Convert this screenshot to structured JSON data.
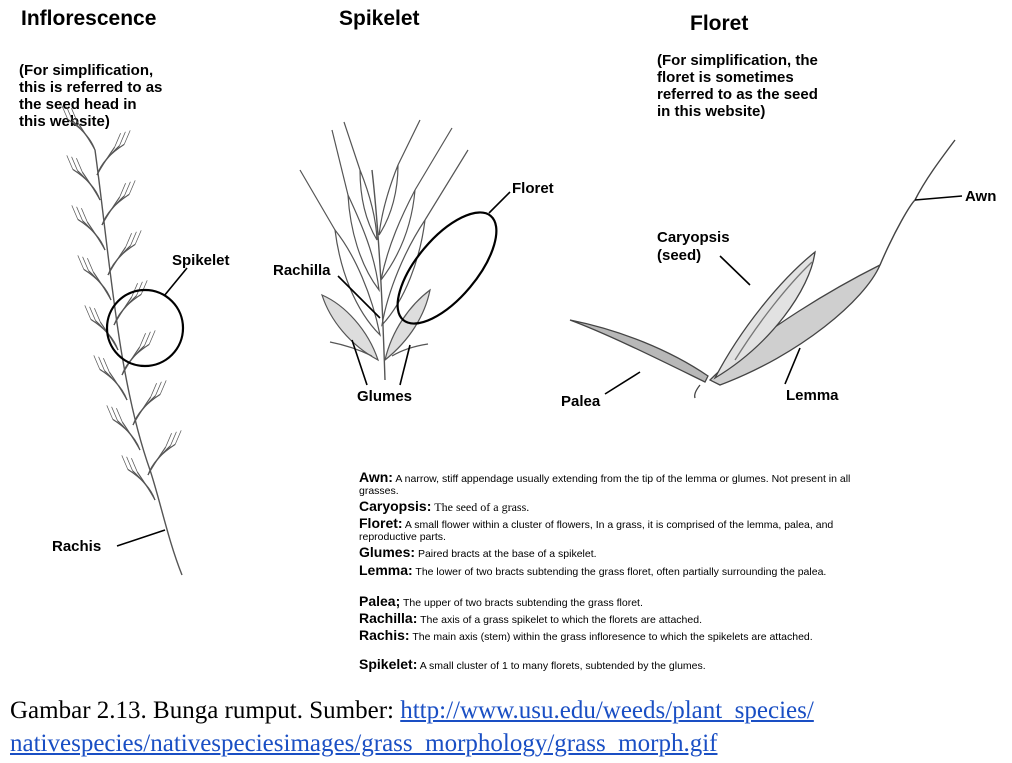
{
  "headings": {
    "inflorescence": "Inflorescence",
    "spikelet": "Spikelet",
    "floret": "Floret"
  },
  "notes": {
    "inflorescence": [
      "(For simplification,",
      "this is referred to as",
      "the seed head in",
      "this website)"
    ],
    "floret": [
      "(For simplification, the",
      "floret is sometimes",
      "referred to as the seed",
      "in this website)"
    ]
  },
  "labels": {
    "spikelet": "Spikelet",
    "rachis": "Rachis",
    "rachilla": "Rachilla",
    "floret": "Floret",
    "glumes": "Glumes",
    "caryopsis": [
      "Caryopsis",
      "(seed)"
    ],
    "awn": "Awn",
    "palea": "Palea",
    "lemma": "Lemma"
  },
  "glossary": [
    {
      "term": "Awn:",
      "definition": "A narrow, stiff appendage usually extending from the tip of the lemma or glumes. Not present in all grasses."
    },
    {
      "term": "Caryopsis:",
      "definition": "The seed of a grass."
    },
    {
      "term": "Floret:",
      "definition": "A small flower within a cluster of flowers, In a grass, it is comprised of the lemma, palea, and reproductive parts."
    },
    {
      "term": "Glumes:",
      "definition": "Paired bracts at the base of a spikelet."
    },
    {
      "term": "Lemma:",
      "definition": "The lower of two bracts subtending the grass floret, often partially surrounding the palea."
    },
    {
      "term": "Palea;",
      "definition": "The upper of two bracts subtending the grass floret."
    },
    {
      "term": "Rachilla:",
      "definition": "The axis of a grass spikelet to which the florets are attached."
    },
    {
      "term": "Rachis:",
      "definition": "The main axis (stem) within the grass infloresence to which the  spikelets are attached."
    },
    {
      "term": "Spikelet:",
      "definition": "A small cluster of 1 to many florets, subtended by the glumes."
    }
  ],
  "caption": {
    "text": "Gambar 2.13. Bunga rumput. Sumber: ",
    "link_line1": "http://www.usu.edu/weeds/plant_species/",
    "link_line2": "nativespecies/nativespeciesimages/grass_morphology/grass_morph.gif"
  },
  "colors": {
    "link": "#1a4fc4",
    "ink": "#000000",
    "drawing": "#555555",
    "fill_gray": "#b8b8b8"
  }
}
